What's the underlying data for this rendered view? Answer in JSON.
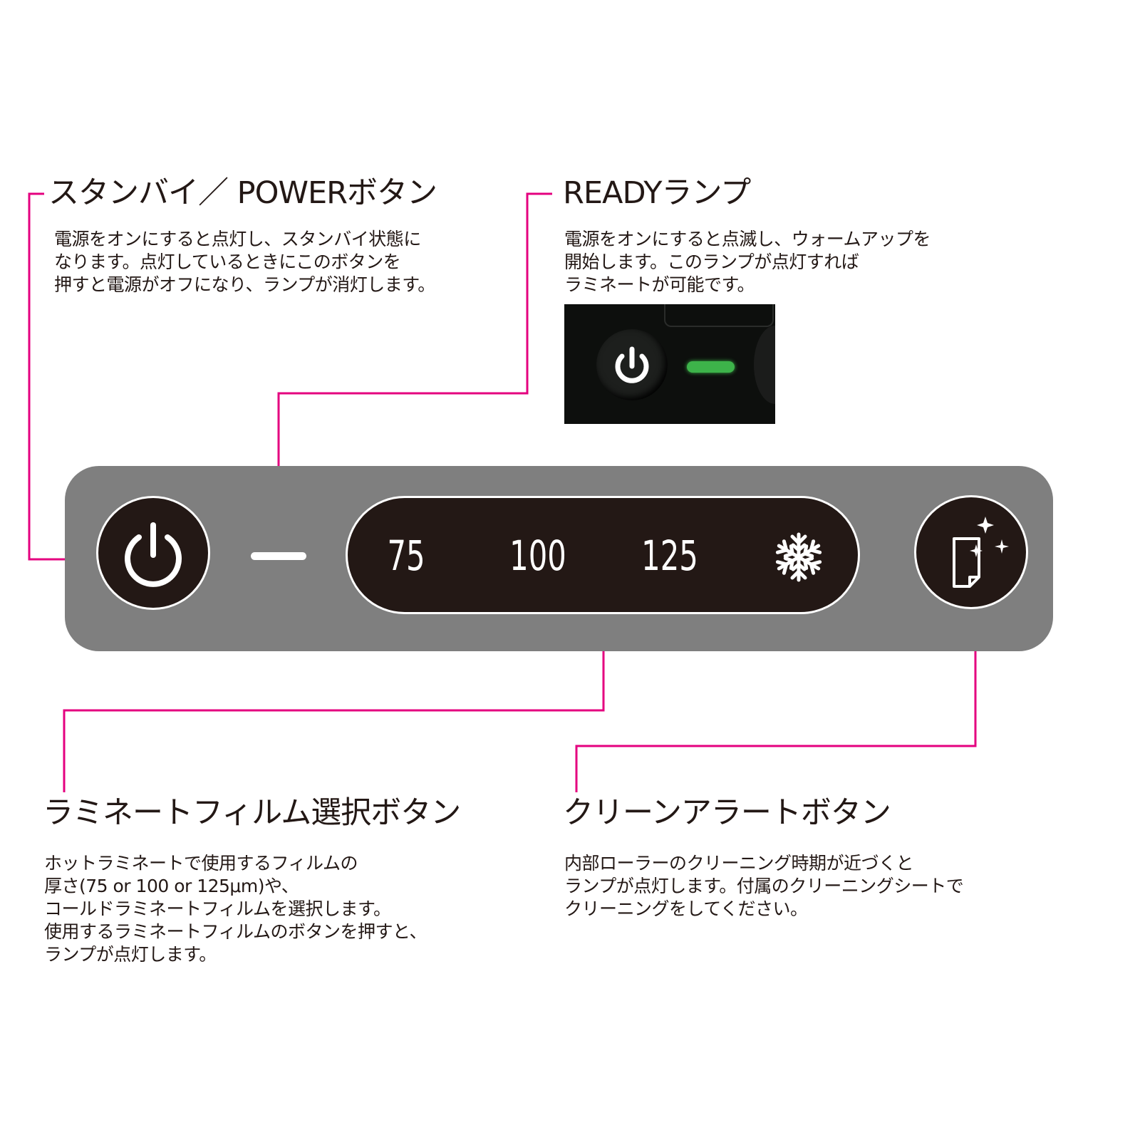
{
  "power": {
    "title": "スタンバイ／ POWERボタン",
    "desc": [
      "電源をオンにすると点灯し、スタンバイ状態に",
      "なります。点灯しているときにこのボタンを",
      "押すと電源がオフになり、ランプが消灯します。"
    ]
  },
  "ready": {
    "title": "READYランプ",
    "desc": [
      "電源をオンにすると点滅し、ウォームアップを",
      "開始します。このランプが点灯すれば",
      "ラミネートが可能です。"
    ],
    "lamp_color": "#3db34a"
  },
  "panel": {
    "film_options": [
      "75",
      "100",
      "125"
    ],
    "cold_icon": "snowflake-icon",
    "power_icon": "power-icon",
    "clean_icon": "sparkle-sheet-icon",
    "panel_color": "#7f7f7f",
    "button_color": "#231815"
  },
  "film": {
    "title": "ラミネートフィルム選択ボタン",
    "desc": [
      "ホットラミネートで使用するフィルムの",
      "厚さ(75 or 100 or 125μm)や、",
      "コールドラミネートフィルムを選択します。",
      "使用するラミネートフィルムのボタンを押すと、",
      "ランプが点灯します。"
    ]
  },
  "clean": {
    "title": "クリーンアラートボタン",
    "desc": [
      "内部ローラーのクリーニング時期が近づくと",
      "ランプが点灯します。付属のクリーニングシートで",
      "クリーニングをしてください。"
    ]
  },
  "accent_color": "#e4007f"
}
